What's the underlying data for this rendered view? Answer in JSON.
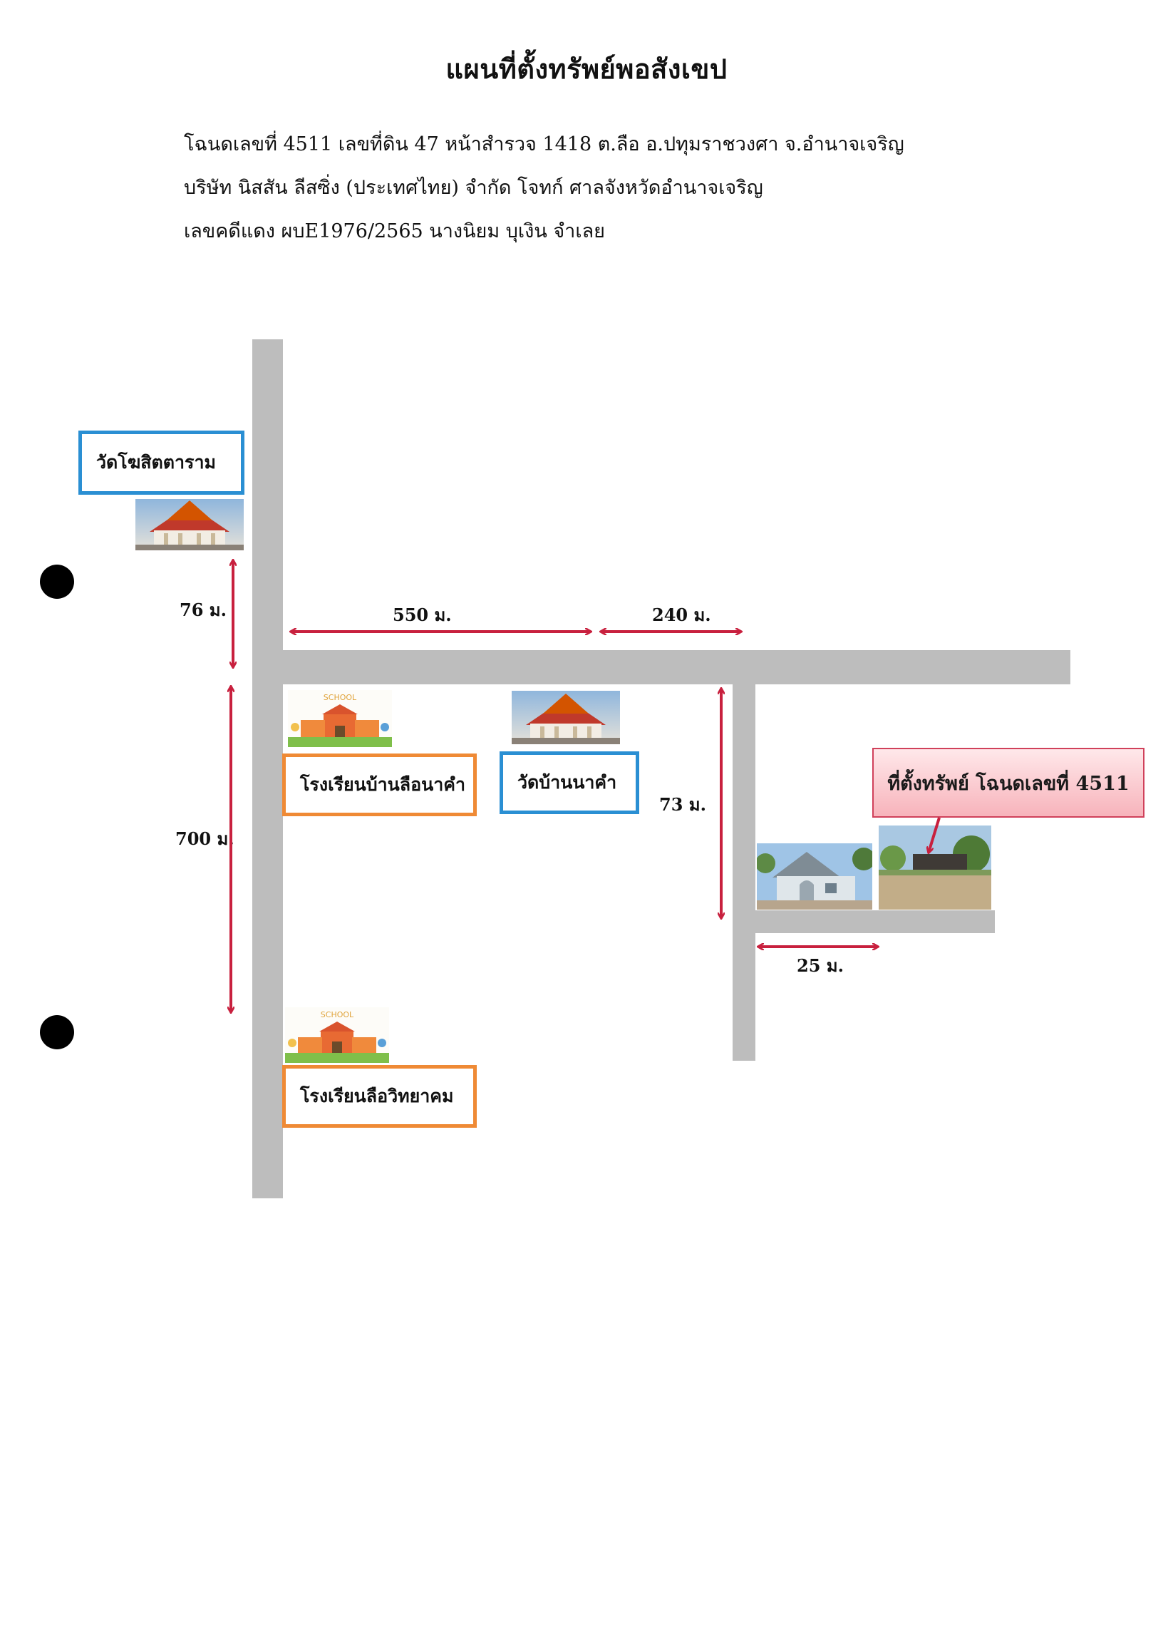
{
  "header": {
    "title": "แผนที่ตั้งทรัพย์พอสังเขป",
    "line1": "โฉนดเลขที่ 4511 เลขที่ดิน 47 หน้าสำรวจ 1418 ต.ลือ อ.ปทุมราชวงศา จ.อำนาจเจริญ",
    "line2": "บริษัท นิสสัน ลีสซิ่ง (ประเทศไทย) จำกัด โจทก์   ศาลจังหวัดอำนาจเจริญ",
    "line3": "เลขคดีแดง ผบE1976/2565 นางนิยม บุเงิน จำเลย"
  },
  "landmarks": {
    "temple1": "วัดโฆสิตตาราม",
    "school1": "โรงเรียนบ้านลือนาคำ",
    "temple2": "วัดบ้านนาคำ",
    "school2": "โรงเรียนลือวิทยาคม"
  },
  "school_sign": "SCHOOL",
  "distances": {
    "d76": "76 ม.",
    "d550": "550 ม.",
    "d240": "240 ม.",
    "d700": "700 ม.",
    "d73": "73 ม.",
    "d25": "25 ม."
  },
  "property_label": "ที่ตั้งทรัพย์ โฉนดเลขที่ 4511",
  "colors": {
    "road": "#bdbdbd",
    "arrow": "#c8203e",
    "temple_box": "#2a8fd3",
    "school_box": "#ef8a35",
    "callout_fill": "#f7b3bb"
  }
}
